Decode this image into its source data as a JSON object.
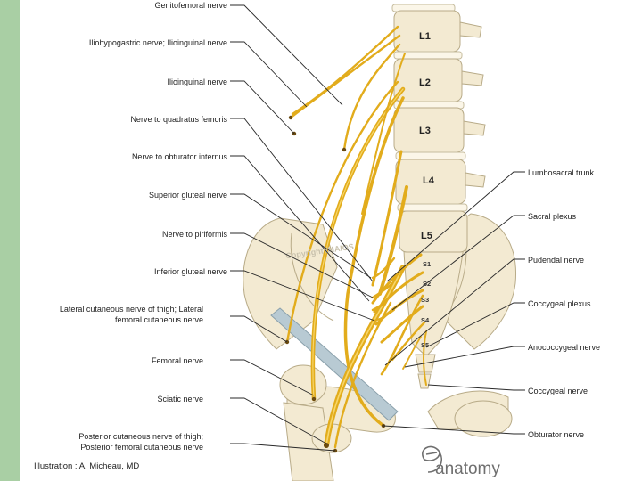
{
  "labels_left": [
    "Genitofemoral nerve",
    "Iliohypogastric nerve; Ilioinguinal nerve",
    "Ilioinguinal nerve",
    "Nerve to quadratus femoris",
    "Nerve to obturator internus",
    "Superior gluteal nerve",
    "Nerve to piriformis",
    "Inferior gluteal nerve",
    "Lateral cutaneous nerve of thigh; Lateral femoral cutaneous nerve",
    "Femoral nerve",
    "Sciatic nerve",
    "Posterior cutaneous nerve of thigh; Posterior femoral cutaneous nerve"
  ],
  "labels_right": [
    "Lumbosacral trunk",
    "Sacral plexus",
    "Pudendal nerve",
    "Coccygeal plexus",
    "Anococcygeal nerve",
    "Coccygeal nerve",
    "Obturator nerve"
  ],
  "vertebrae": [
    "L1",
    "L2",
    "L3",
    "L4",
    "L5"
  ],
  "sacral_segments": [
    "S1",
    "S2",
    "S3",
    "S4",
    "S5"
  ],
  "credit": "Illustration : A. Micheau, MD",
  "watermark": "Copyright IMAIOS",
  "logo_text": "anatomy",
  "colors": {
    "nerve": "#e2ac1c",
    "bone": "#f3ead2",
    "slide_bar": "#a9cfa4",
    "ligament": "#b8cad3"
  }
}
